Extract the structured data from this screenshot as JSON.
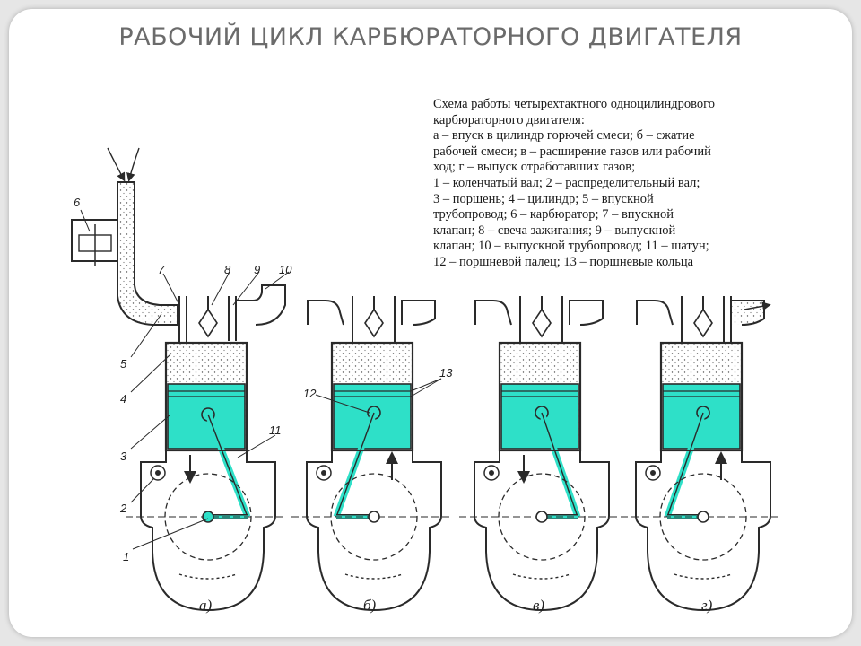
{
  "slide": {
    "title": "РАБОЧИЙ  ЦИКЛ  КАРБЮРАТОРНОГО  ДВИГАТЕЛЯ"
  },
  "legend": {
    "lines": [
      "Схема работы четырехтактного одноцилиндрового",
      "карбюраторного двигателя:",
      "а – впуск в цилиндр горючей смеси; б – сжатие",
      "рабочей смеси; в – расширение газов или рабочий",
      "ход; г – выпуск отработавших газов;",
      "1 – коленчатый вал; 2 – распределительный вал;",
      "3 – поршень; 4 – цилиндр; 5 – впускной",
      "трубопровод; 6 – карбюратор; 7 – впускной",
      "клапан; 8 – свеча зажигания; 9 – выпускной",
      "клапан; 10 – выпускной трубопровод; 11 – шатун;",
      "12 – поршневой палец; 13 – поршневые кольца"
    ]
  },
  "stages": [
    {
      "caption": "а)",
      "piston_position": "bottom"
    },
    {
      "caption": "б)",
      "piston_position": "top"
    },
    {
      "caption": "в)",
      "piston_position": "top"
    },
    {
      "caption": "г)",
      "piston_position": "top"
    }
  ],
  "part_labels": [
    "1",
    "2",
    "3",
    "4",
    "5",
    "6",
    "7",
    "8",
    "9",
    "10",
    "11",
    "12",
    "13"
  ],
  "colors": {
    "piston": "#2ee0c8",
    "line": "#2a2a2a",
    "title": "#6b6b6b"
  }
}
